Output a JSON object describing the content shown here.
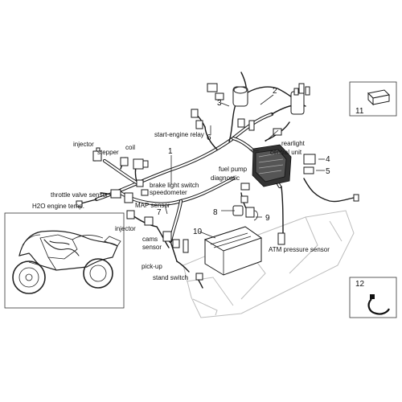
{
  "labels": {
    "injector_top": "injector",
    "stepper": "stepper",
    "coil": "coil",
    "start_engine_relay": "start-engine relay",
    "rearlight": "rearlight",
    "central_unit": "central unit",
    "fuel_pump": "fuel pump",
    "diagnostic": "diagnostic",
    "brake_light_switch": "brake light switch",
    "speedometer": "speedometer",
    "throttle_valve_sensor": "throttle valve sensor",
    "h2o_engine_temp": "H2O engine temp.",
    "map_sensor": "MAP sensor",
    "injector_low": "injector",
    "cams_sensor": "cams\nsensor",
    "cams_sensor_1": "cams",
    "cams_sensor_2": "sensor",
    "pick_up": "pick-up",
    "stand_switch": "stand switch",
    "atm_pressure_sensor": "ATM pressure sensor"
  },
  "numbers": {
    "n1": "1",
    "n2": "2",
    "n3": "3",
    "n4": "4",
    "n5": "5",
    "n6": "6",
    "n7": "7",
    "n8": "8",
    "n9": "9",
    "n10": "10",
    "n11": "11",
    "n12": "12"
  },
  "icons": [
    "fuse-icon",
    "clamp-icon",
    "motorcycle-icon",
    "battery-icon",
    "wiring-harness-icon"
  ]
}
